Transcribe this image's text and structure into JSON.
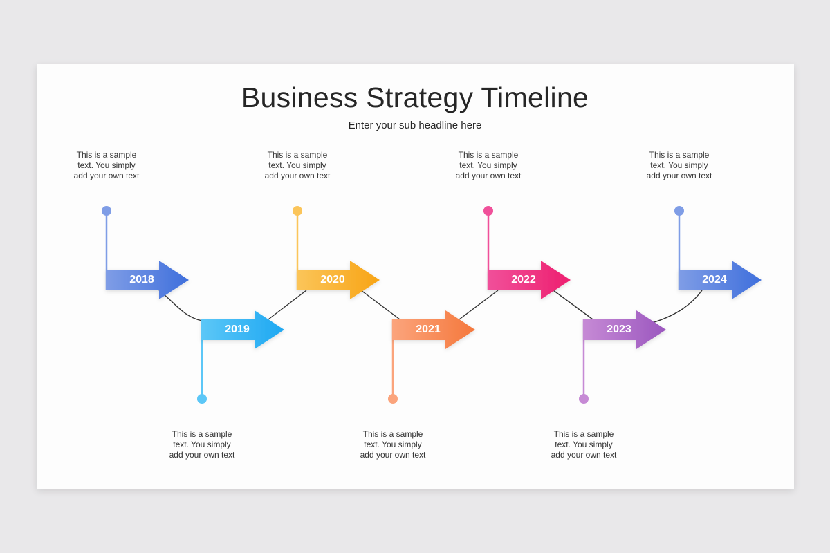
{
  "title": "Business Strategy Timeline",
  "subtitle": "Enter your sub headline here",
  "milestones": [
    {
      "year": "2018",
      "text_lines": [
        "This is a sample",
        "text.  You simply",
        "add your own text"
      ],
      "color_start": "#7f9de6",
      "color_end": "#3f6fdc"
    },
    {
      "year": "2019",
      "text_lines": [
        "This is a sample",
        "text.  You simply",
        "add your own text"
      ],
      "color_start": "#5cc7f7",
      "color_end": "#1ea8f2"
    },
    {
      "year": "2020",
      "text_lines": [
        "This is a sample",
        "text.  You simply",
        "add your own text"
      ],
      "color_start": "#fbc55a",
      "color_end": "#f8a414"
    },
    {
      "year": "2021",
      "text_lines": [
        "This is a sample",
        "text.  You simply",
        "add your own text"
      ],
      "color_start": "#fba47c",
      "color_end": "#f5783c"
    },
    {
      "year": "2022",
      "text_lines": [
        "This is a sample",
        "text.  You simply",
        "add your own text"
      ],
      "color_start": "#f0509a",
      "color_end": "#ee1f6f"
    },
    {
      "year": "2023",
      "text_lines": [
        "This is a sample",
        "text.  You simply",
        "add your own text"
      ],
      "color_start": "#c68ad5",
      "color_end": "#9b57bf"
    },
    {
      "year": "2024",
      "text_lines": [
        "This is a sample",
        "text.  You simply",
        "add your own text"
      ],
      "color_start": "#7f9de6",
      "color_end": "#3f6fdc"
    }
  ]
}
